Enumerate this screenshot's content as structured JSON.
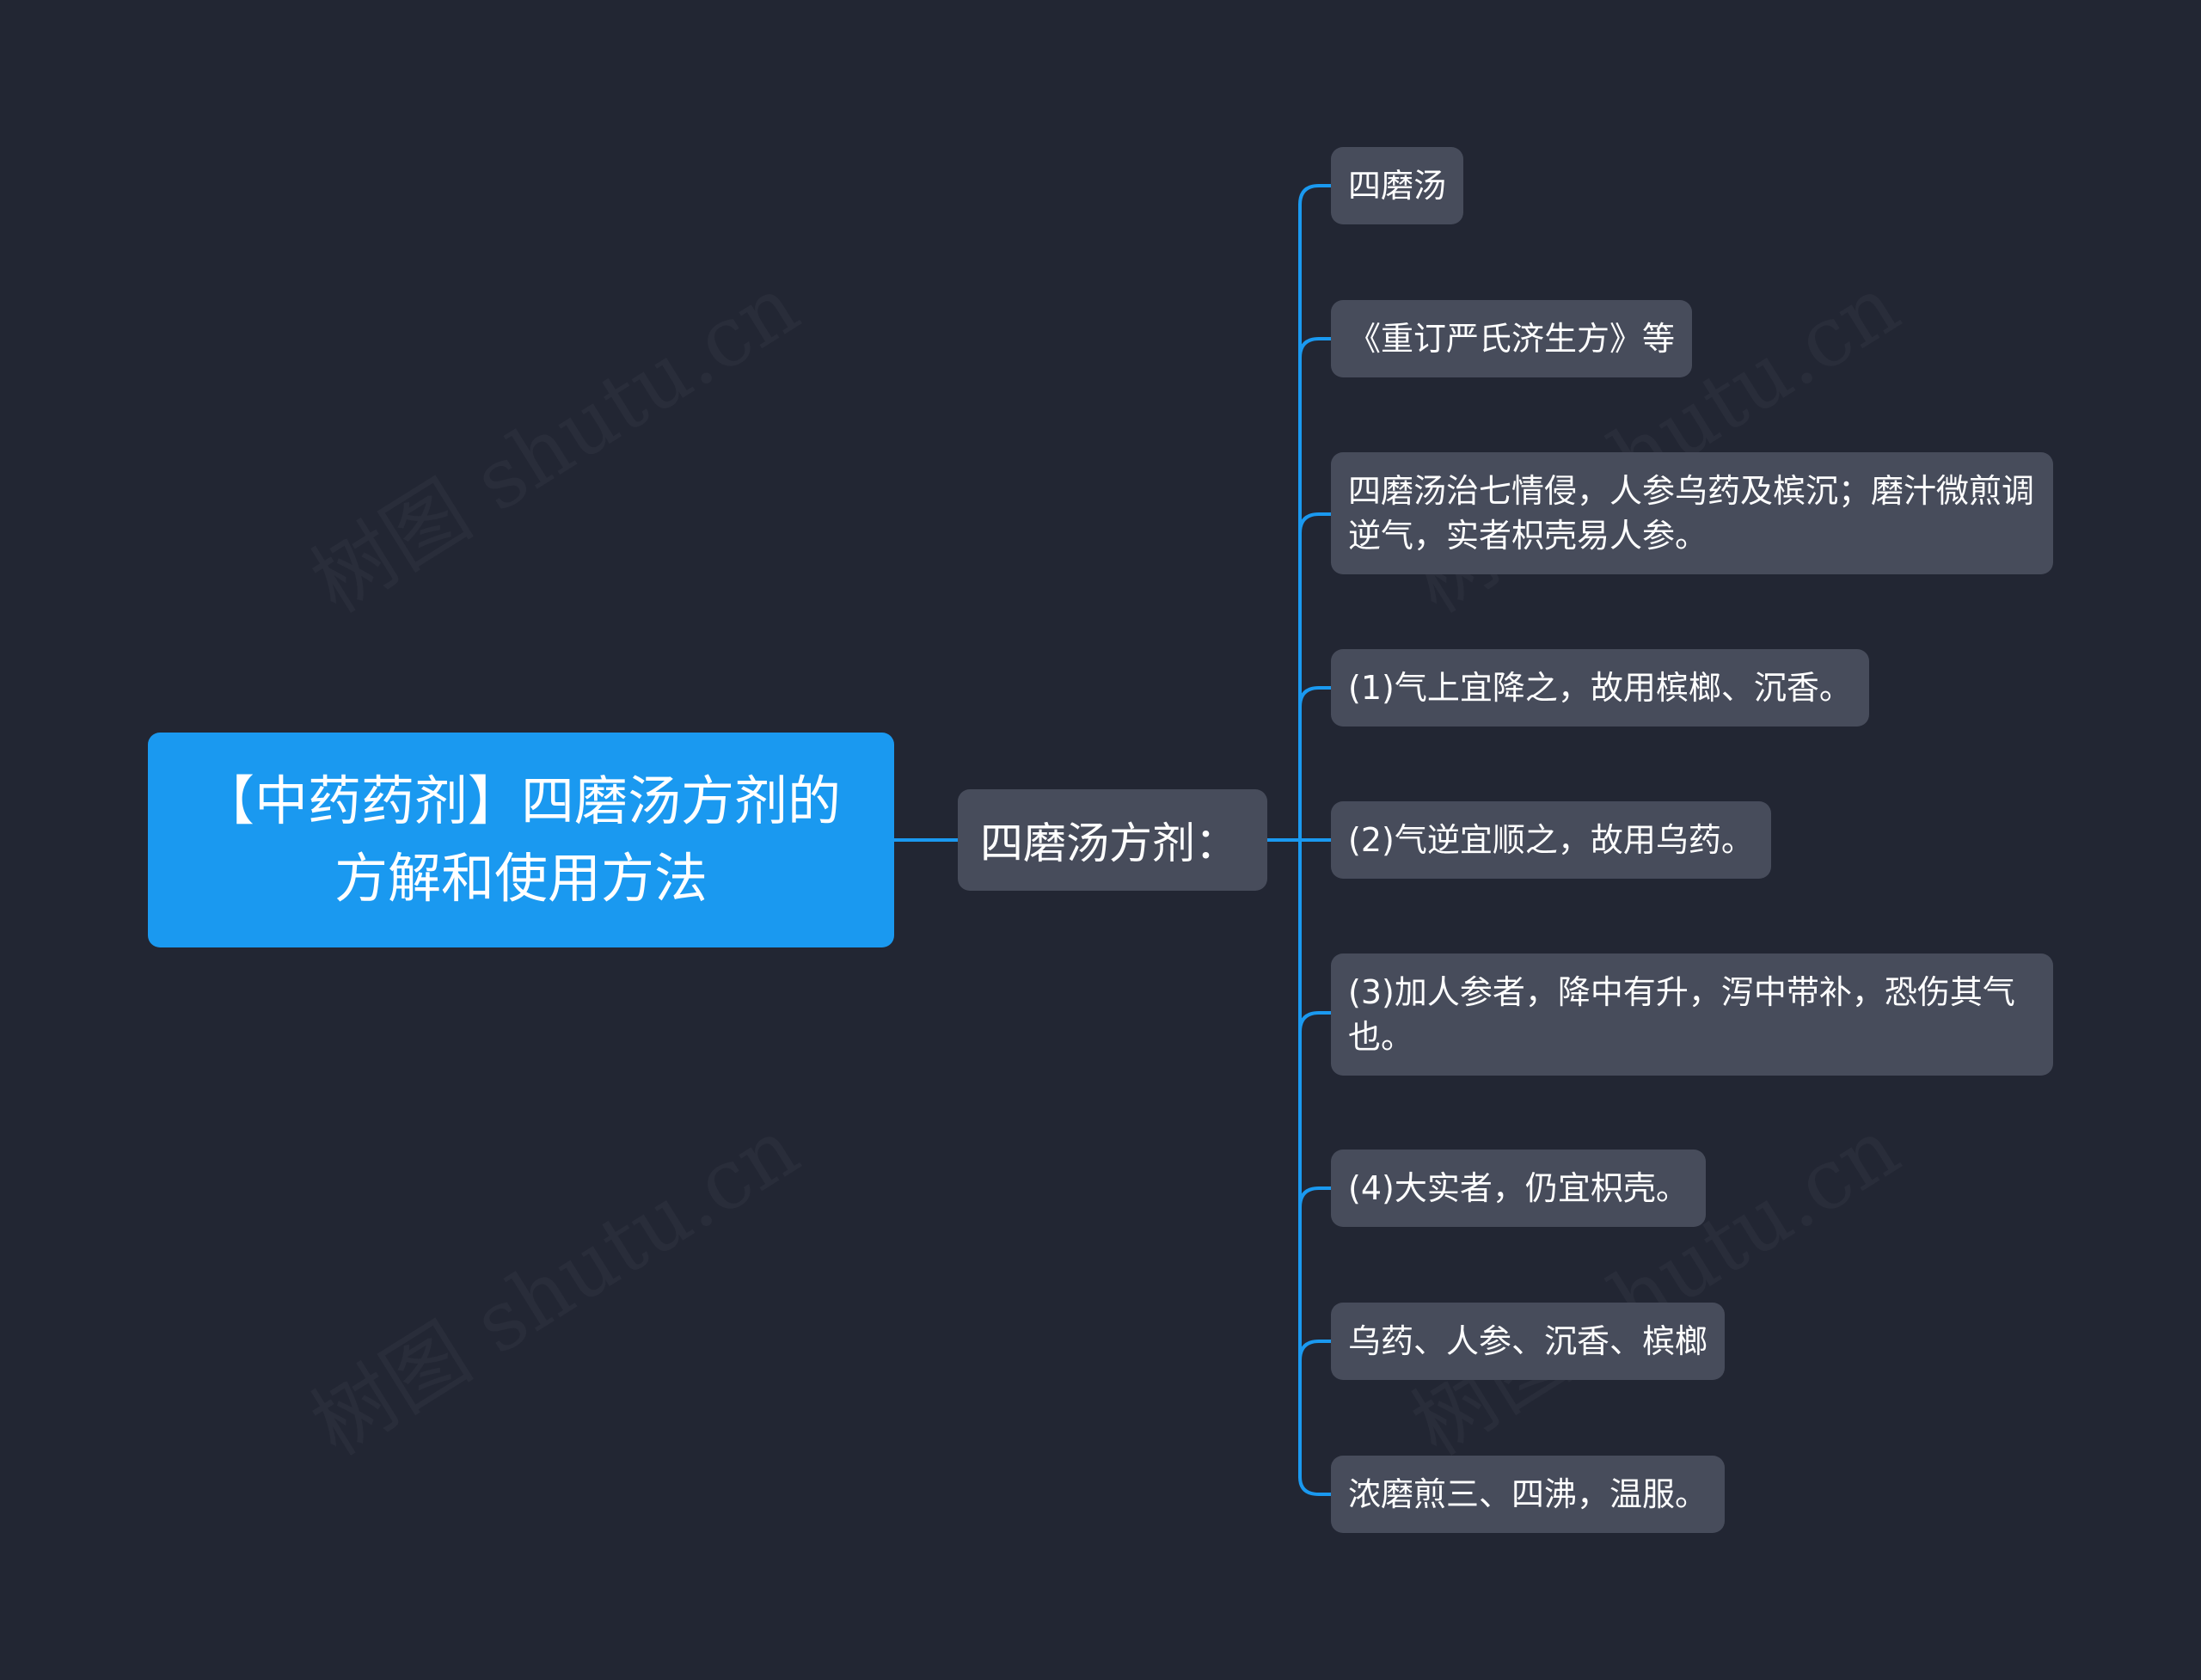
{
  "root": {
    "label": "【中药药剂】四磨汤方剂的方解和使用方法"
  },
  "branch": {
    "label": "四磨汤方剂："
  },
  "leaves": [
    {
      "label": "四磨汤"
    },
    {
      "label": "《重订严氏济生方》等"
    },
    {
      "label": "四磨汤治七情侵，人参乌药及槟沉；磨汁微煎调逆气，实者枳壳易人参。"
    },
    {
      "label": "(1)气上宜降之，故用槟榔、沉香。"
    },
    {
      "label": "(2)气逆宜顺之，故用乌药。"
    },
    {
      "label": "(3)加人参者，降中有升，泻中带补，恐伤其气也。"
    },
    {
      "label": "(4)大实者，仍宜枳壳。"
    },
    {
      "label": "乌药、人参、沉香、槟榔"
    },
    {
      "label": "浓磨煎三、四沸，温服。"
    }
  ],
  "watermark": "树图 shutu.cn",
  "colors": {
    "background": "#222633",
    "root_fill": "#1a99f0",
    "node_fill": "#474c5b",
    "connector": "#1a99f0",
    "text": "#ffffff"
  }
}
